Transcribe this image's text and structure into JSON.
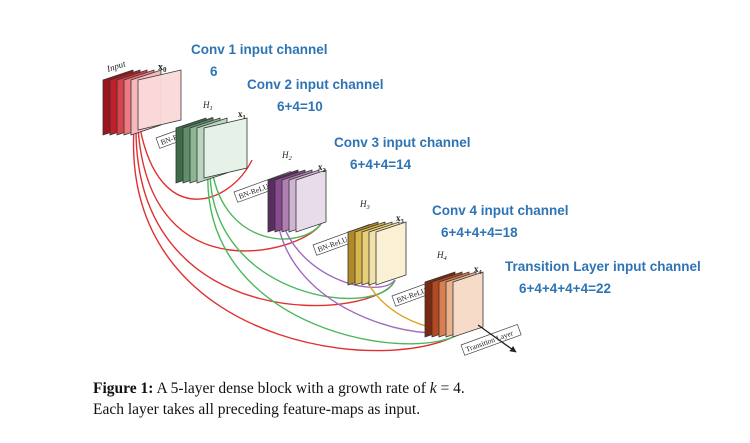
{
  "top_cut_text": "· · · · · · · · · · · ·  · · · · · · · · ·  · · · · · · · ·",
  "input_label": "Input",
  "x_labels": [
    "x",
    "x",
    "x",
    "x",
    "x"
  ],
  "x_subscripts": [
    "0",
    "1",
    "2",
    "3",
    "4"
  ],
  "h_labels": [
    "H",
    "H",
    "H",
    "H"
  ],
  "h_subscripts": [
    "1",
    "2",
    "3",
    "4"
  ],
  "op_labels": [
    "BN-ReLU-Conv",
    "BN-ReLU-Conv",
    "BN-ReLU-Conv",
    "BN-ReLU-Conv",
    "Transition Layer"
  ],
  "annotations": [
    {
      "title": "Conv 1 input channel",
      "value": "6"
    },
    {
      "title": "Conv 2 input channel",
      "value": "6+4=10"
    },
    {
      "title": "Conv 3 input channel",
      "value": "6+4+4=14"
    },
    {
      "title": "Conv 4 input channel",
      "value": "6+4+4+4=18"
    },
    {
      "title": "Transition Layer input channel",
      "value": "6+4+4+4+4=22"
    }
  ],
  "caption": {
    "label": "Figure 1:",
    "line1": " A 5-layer dense block with a growth rate of ",
    "k": "k",
    "eq": " = 4.",
    "line2": "Each layer takes all preceding feature-maps as input."
  },
  "colors": {
    "annotation": "#2e74b5",
    "block0": "#c0202a",
    "block1": "#5e8f6a",
    "block2": "#8a4a8f",
    "block3": "#d9b64a",
    "block4": "#b54a22",
    "arrow_red": "#e03030",
    "arrow_green": "#49b85a",
    "arrow_purple": "#a06ac0",
    "arrow_gold": "#e0a020"
  }
}
